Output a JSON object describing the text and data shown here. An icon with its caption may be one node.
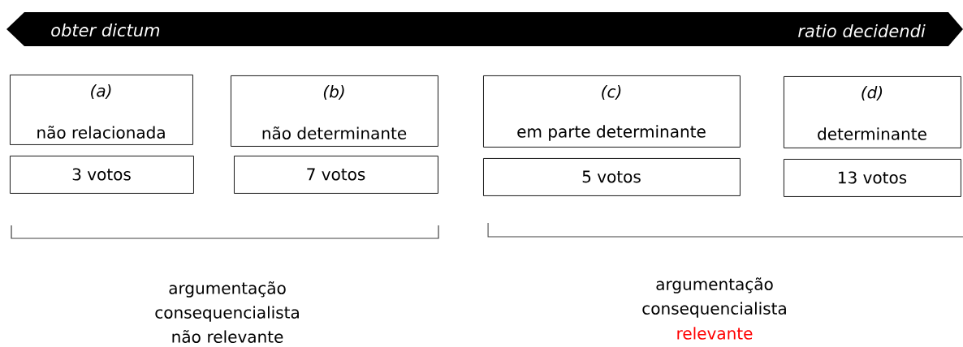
{
  "diagram": {
    "nodes": [
      {
        "text": [
          "obter dictum",
          "ratio decidendi"
        ]
      },
      {
        "text": [
          "(a)",
          "não relacionada"
        ]
      },
      {
        "text": [
          "(b)",
          "não determinante"
        ]
      },
      {
        "text": [
          "(c)",
          "em parte determinante"
        ]
      },
      {
        "text": [
          "(d)",
          "determinante"
        ]
      },
      {
        "text": [
          "3 votos"
        ]
      },
      {
        "text": [
          "7 votos"
        ]
      },
      {
        "text": [
          "5 votos"
        ]
      },
      {
        "text": [
          "13 votos"
        ]
      }
    ],
    "labels": [
      "argumentação consequencialista não relevante",
      "argumentação consequencialista",
      "relevante"
    ]
  }
}
